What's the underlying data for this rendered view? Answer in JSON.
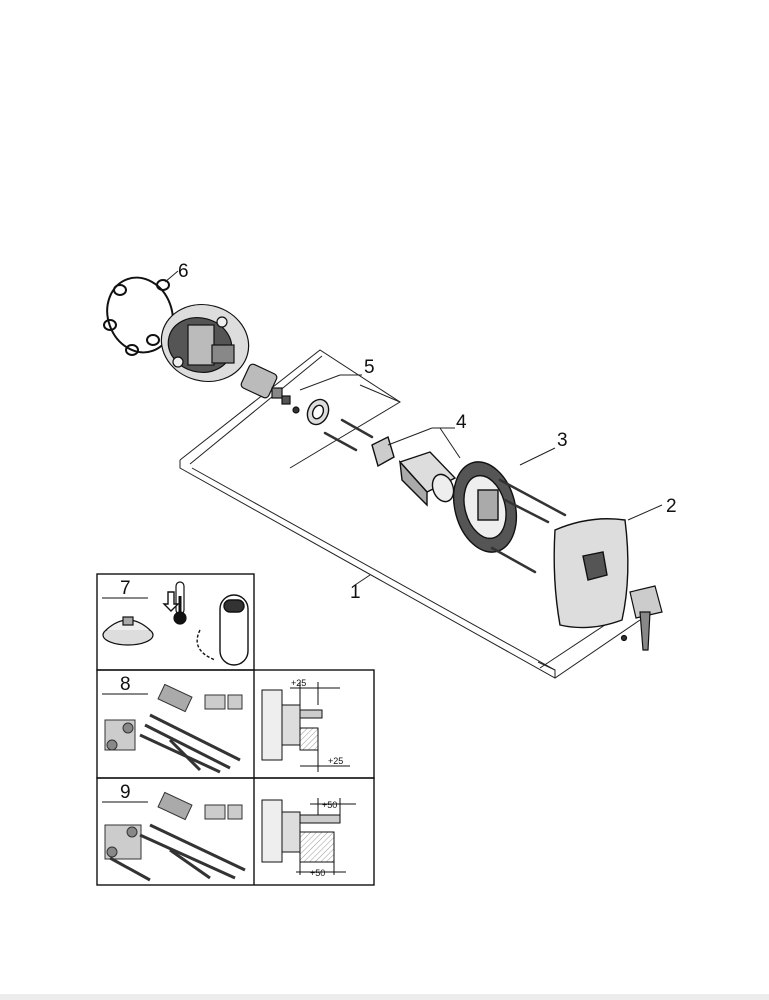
{
  "callouts": {
    "c1": "1",
    "c2": "2",
    "c3": "3",
    "c4": "4",
    "c5": "5",
    "c6": "6",
    "c7": "7",
    "c8": "8",
    "c9": "9"
  },
  "dimensions": {
    "d8_top": "+25",
    "d8_bottom": "+25",
    "d9_top": "+50",
    "d9_bottom": "+50"
  }
}
